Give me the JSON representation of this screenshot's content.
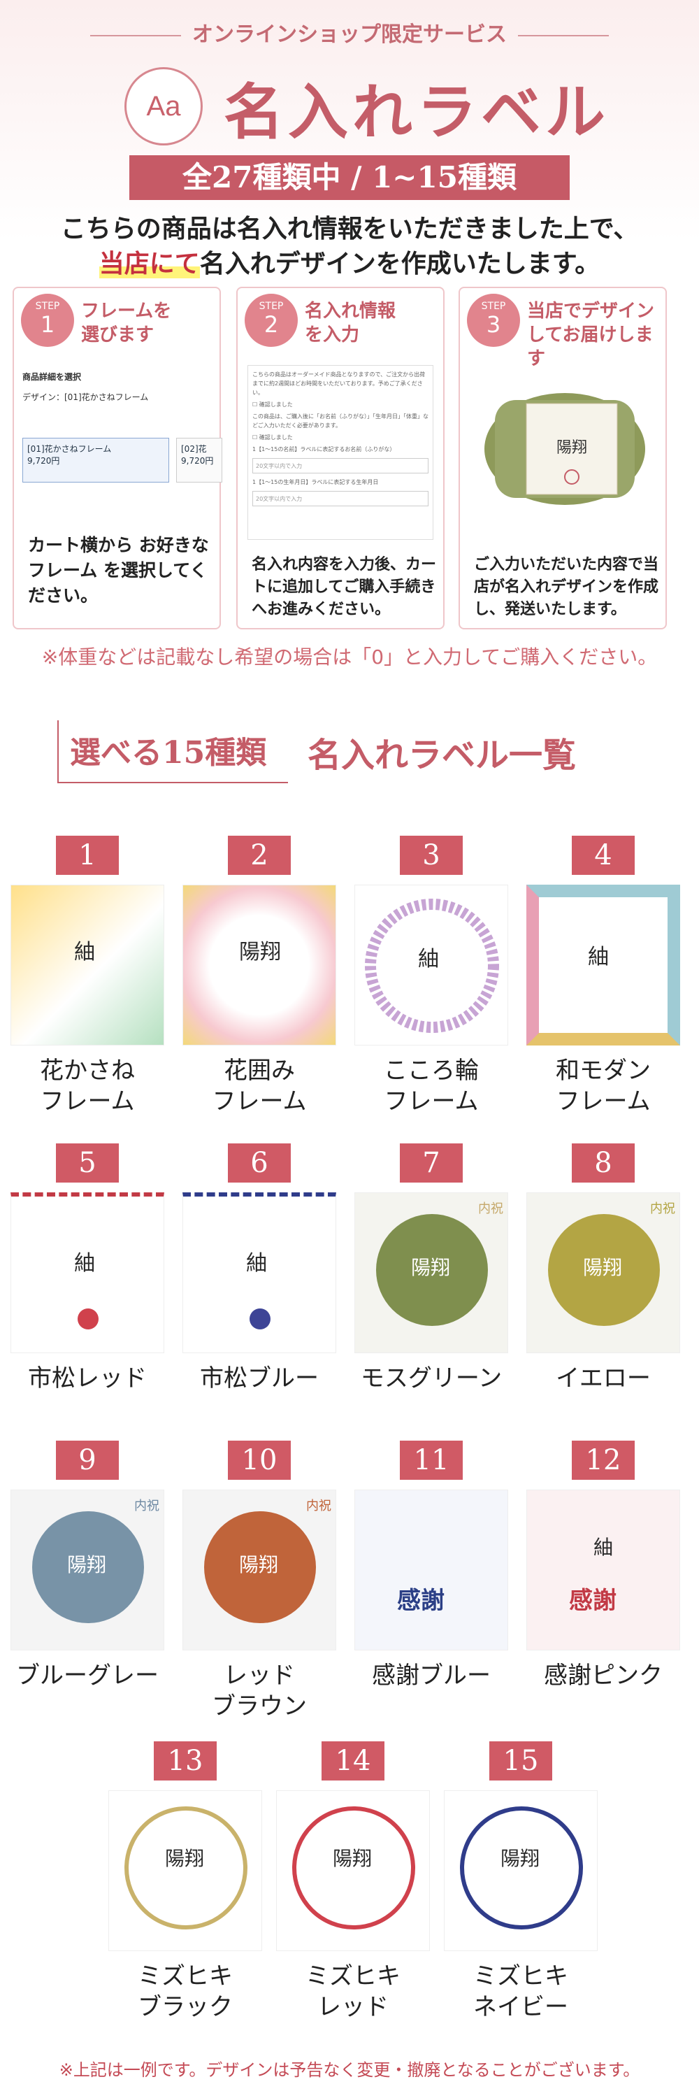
{
  "header": {
    "eyebrow": "オンラインショップ限定サービス",
    "badge": "Aa",
    "title": "名入れラベル",
    "count": "全27種類中 / 1~15種類",
    "intro_line1": "こちらの商品は名入れ情報をいただきました上で、",
    "intro_highlight": "当店にて",
    "intro_line2_rest": "名入れデザインを作成いたします。"
  },
  "steps": [
    {
      "step": "STEP",
      "num": "1",
      "title1": "フレームを",
      "title2": "選びます",
      "desc": "カート横から お好きなフレーム を選択してください。"
    },
    {
      "step": "STEP",
      "num": "2",
      "title1": "名入れ情報",
      "title2": "を入力",
      "desc": "名入れ内容を入力後、カートに追加してご購入手続きへお進みください。"
    },
    {
      "step": "STEP",
      "num": "3",
      "title1": "当店でデザイン",
      "title2": "してお届けします",
      "desc": "ご入力いただいた内容で当店が名入れデザインを作成し、発送いたします。"
    }
  ],
  "step1_screen": {
    "heading": "商品詳細を選択",
    "design": "デザイン：[01]花かさねフレーム",
    "option1": "[01]花かさねフレーム",
    "option1_price": "9,720円",
    "option2": "[02]花",
    "option2_price": "9,720円"
  },
  "step2_screen": {
    "line1": "こちらの商品はオーダーメイド商品となりますので、ご注文から出荷までに約2週間ほどお時間をいただいております。予めご了承ください。",
    "check1": "確認しました",
    "line2": "この商品は、ご購入後に「お名前（ふりがな）」「生年月日」「体重」などご入力いただく必要があります。",
    "check2": "確認しました",
    "field1_label": "1【1〜15の名前】ラベルに表記するお名前（ふりがな）",
    "field1_placeholder": "20文字以内で入力",
    "field2_label": "1【1〜15の生年月日】ラベルに表記する生年月日",
    "field2_placeholder": "20文字以内で入力"
  },
  "note1": "※体重などは記載なし希望の場合は「0」と入力してご購入ください。",
  "list_heading": {
    "a": "選べる15種類",
    "b": "名入れラベル一覧"
  },
  "items": [
    {
      "num": "1",
      "name1": "花かさね",
      "name2": "フレーム"
    },
    {
      "num": "2",
      "name1": "花囲み",
      "name2": "フレーム"
    },
    {
      "num": "3",
      "name1": "こころ輪",
      "name2": "フレーム"
    },
    {
      "num": "4",
      "name1": "和モダン",
      "name2": "フレーム"
    },
    {
      "num": "5",
      "name1": "市松レッド",
      "name2": ""
    },
    {
      "num": "6",
      "name1": "市松ブルー",
      "name2": ""
    },
    {
      "num": "7",
      "name1": "モスグリーン",
      "name2": ""
    },
    {
      "num": "8",
      "name1": "イエロー",
      "name2": ""
    },
    {
      "num": "9",
      "name1": "ブルーグレー",
      "name2": ""
    },
    {
      "num": "10",
      "name1": "レッド",
      "name2": "ブラウン"
    },
    {
      "num": "11",
      "name1": "感謝ブルー",
      "name2": ""
    },
    {
      "num": "12",
      "name1": "感謝ピンク",
      "name2": ""
    },
    {
      "num": "13",
      "name1": "ミズヒキ",
      "name2": "ブラック"
    },
    {
      "num": "14",
      "name1": "ミズヒキ",
      "name2": "レッド"
    },
    {
      "num": "15",
      "name1": "ミズヒキ",
      "name2": "ネイビー"
    }
  ],
  "label_texts": {
    "name_a": "紬",
    "name_b": "陽翔",
    "thanks": "感謝",
    "uchi": "内祝"
  },
  "disclaimer": "※上記は一例です。デザインは予告なく変更・撤廃となることがございます。",
  "colors": {
    "accent": "#c45c67",
    "number_bg": "#d05a65",
    "highlight": "#c4303e"
  }
}
